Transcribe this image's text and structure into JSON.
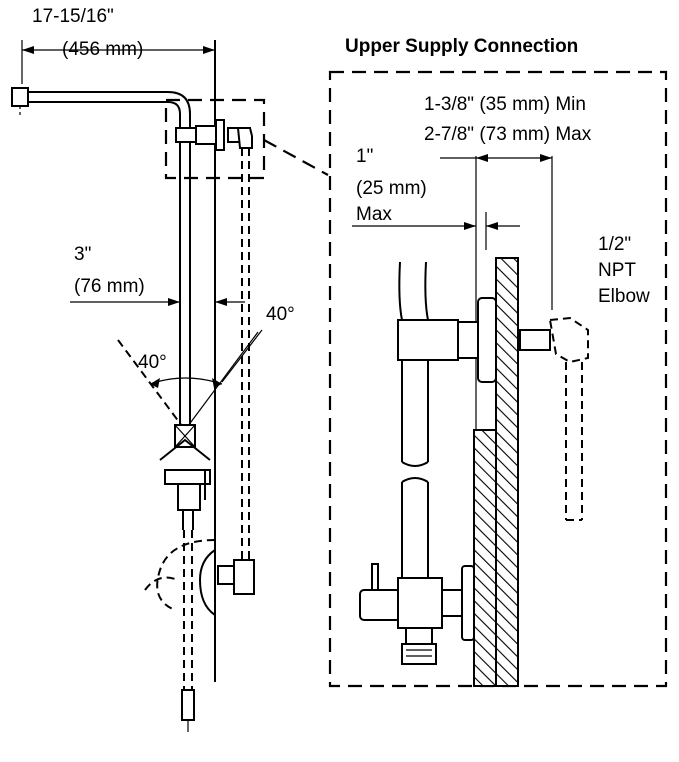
{
  "labels": {
    "overall_width": "17-15/16\"",
    "overall_width_mm": "(456 mm)",
    "detail_title": "Upper Supply Connection",
    "offset_min": "1-3/8\" (35 mm) Min",
    "offset_max": "2-7/8\" (73 mm) Max",
    "flange_depth": "1\"",
    "flange_depth_mm": "(25 mm)",
    "flange_depth_max": "Max",
    "pipe_size": "1/2\"",
    "pipe_thread": "NPT",
    "pipe_fitting": "Elbow",
    "rail_offset": "3\"",
    "rail_offset_mm": "(76 mm)",
    "angle_right": "40°",
    "angle_left": "40°"
  }
}
